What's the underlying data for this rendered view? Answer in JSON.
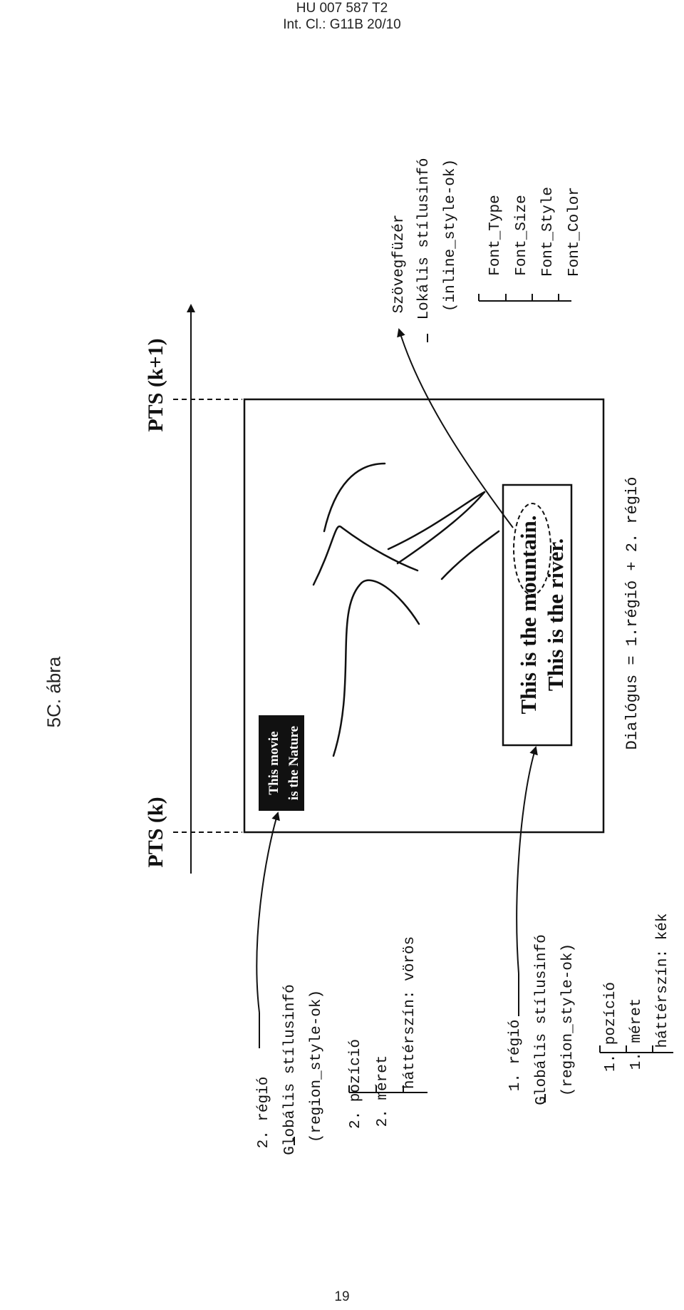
{
  "header": {
    "patent_number": "HU 007 587 T2",
    "classification": "Int. Cl.: G11B 20/10"
  },
  "figure_label": "5C. ábra",
  "page_number": "19",
  "timeline": {
    "pts_k": "PTS (k)",
    "pts_k1": "PTS (k+1)"
  },
  "screen": {
    "region2_text": [
      "This movie",
      "is the Nature"
    ],
    "region1_text": [
      "This is the mountain.",
      "This is the river."
    ]
  },
  "dialog_formula": "Dialógus = 1.régió + 2. régió",
  "region2_note": {
    "title": "2. régió",
    "line1": "Globális stílusinfó",
    "line2": "(region_style-ok)",
    "items": [
      "2. pozíció",
      "2. méret",
      "háttérszín: vörös"
    ]
  },
  "region1_note": {
    "title": "1. régió",
    "line1": "Globális stílusinfó",
    "line2": "(region_style-ok)",
    "items": [
      "1. pozíció",
      "1. méret",
      "háttérszín: kék"
    ]
  },
  "inline_note": {
    "title": "Szövegfüzér",
    "line1": "Lokális stílusinfó",
    "line2": "(inline_style-ok)",
    "items": [
      "Font_Type",
      "Font_Size",
      "Font_Style",
      "Font_Color"
    ]
  }
}
